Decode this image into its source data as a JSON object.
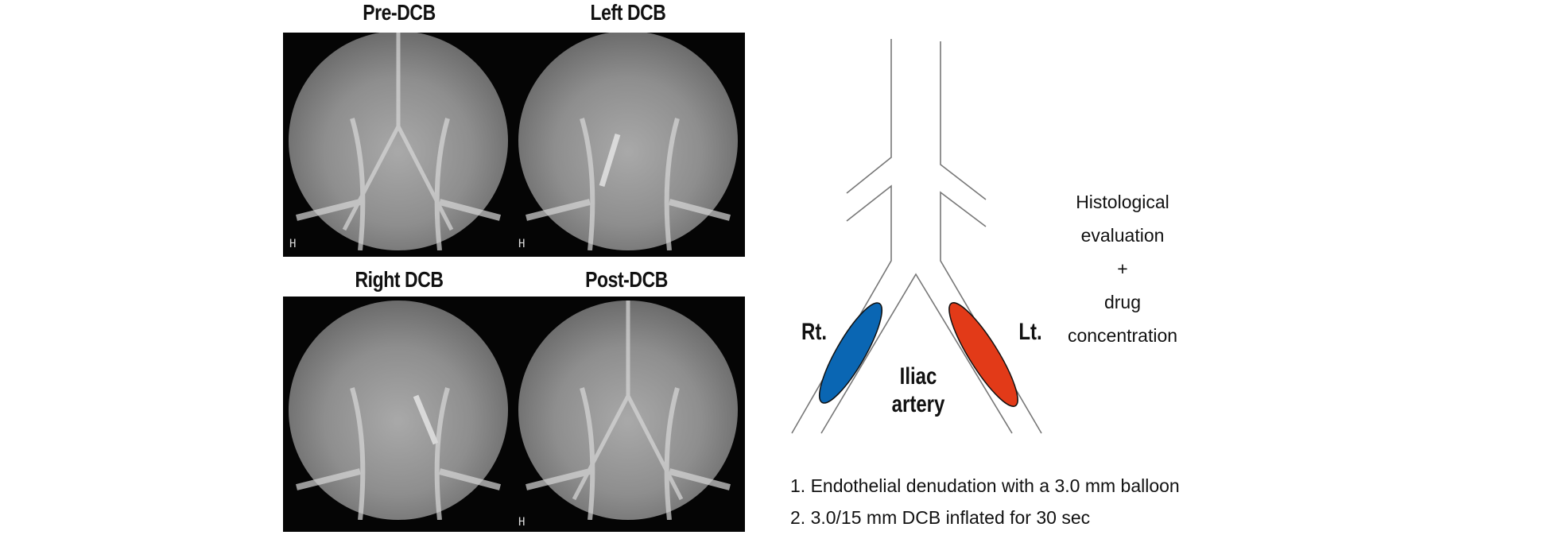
{
  "angiograms": {
    "panels": [
      {
        "label": "Pre-DCB"
      },
      {
        "label": "Left DCB"
      },
      {
        "label": "Right DCB"
      },
      {
        "label": "Post-DCB"
      }
    ],
    "scale_marker": "H"
  },
  "schematic": {
    "right_label": "Rt.",
    "left_label": "Lt.",
    "vessel_label_line1": "Iliac",
    "vessel_label_line2": "artery",
    "right_balloon_color": "#0a66b3",
    "left_balloon_color": "#e23a18"
  },
  "outcome": {
    "line1": "Histological",
    "line2": "evaluation",
    "line3": "+",
    "line4": "drug",
    "line5": "concentration"
  },
  "steps": [
    "1. Endothelial denudation with a 3.0 mm balloon",
    "2. 3.0/15 mm DCB inflated for 30 sec"
  ]
}
